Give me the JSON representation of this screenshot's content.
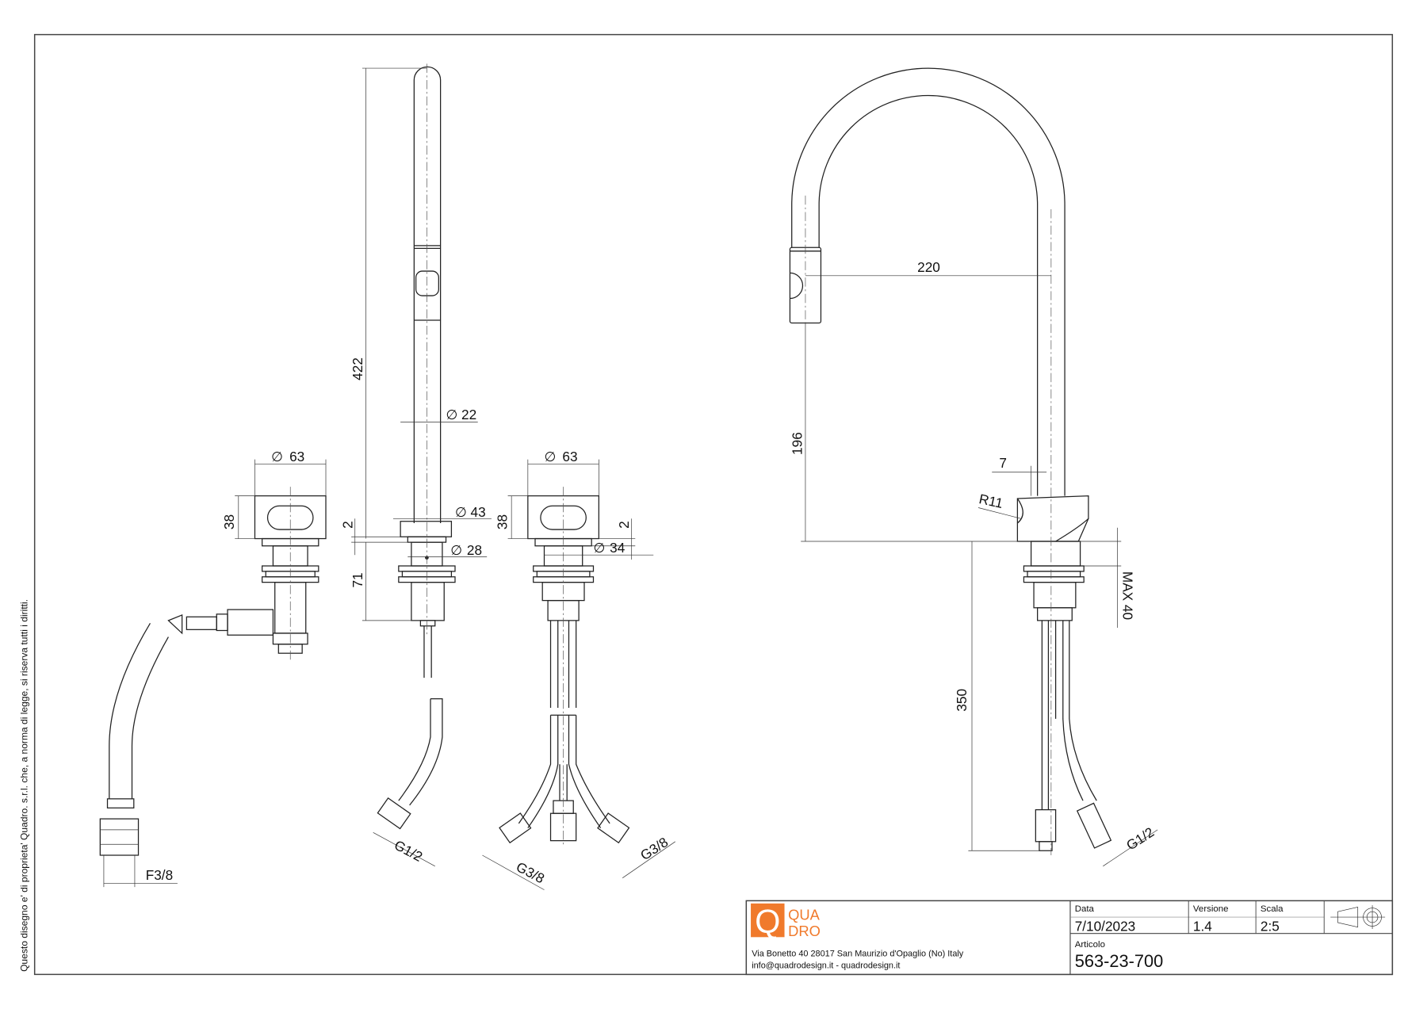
{
  "side_note": "Questo disegno e' di proprieta' Quadro. s.r.l. che, a norma di legge, si riserva tutti i diritti.",
  "dimensions": {
    "left_diameter": "63",
    "left_height": "38",
    "left_thread": "F3/8",
    "spray_height": "422",
    "spray_diameter": "22",
    "spray_base_diameter": "43",
    "spray_plate": "2",
    "spray_hole_diameter": "28",
    "spray_below": "71",
    "spray_thread": "G1/2",
    "right_diameter": "63",
    "right_height": "38",
    "right_plate": "2",
    "right_hole_diameter": "34",
    "right_thread_left": "G3/8",
    "right_thread_right": "G3/8",
    "faucet_reach": "220",
    "faucet_spout_height": "196",
    "faucet_offset": "7",
    "faucet_radius": "R11",
    "faucet_max_thickness": "MAX 40",
    "faucet_below": "350",
    "faucet_thread": "G1/2",
    "diameter_symbol": "∅"
  },
  "title_block": {
    "logo_line1": "QUA",
    "logo_line2": "DRO",
    "logo_letter": "Q",
    "address": "Via Bonetto 40  28017 San Maurizio d'Opaglio (No) Italy",
    "contacts": "info@quadrodesign.it  -  quadrodesign.it",
    "data_label": "Data",
    "data_value": "7/10/2023",
    "version_label": "Versione",
    "version_value": "1.4",
    "scale_label": "Scala",
    "scale_value": "2:5",
    "article_label": "Articolo",
    "article_value": "563-23-700"
  },
  "colors": {
    "brand": "#f07a2c"
  }
}
